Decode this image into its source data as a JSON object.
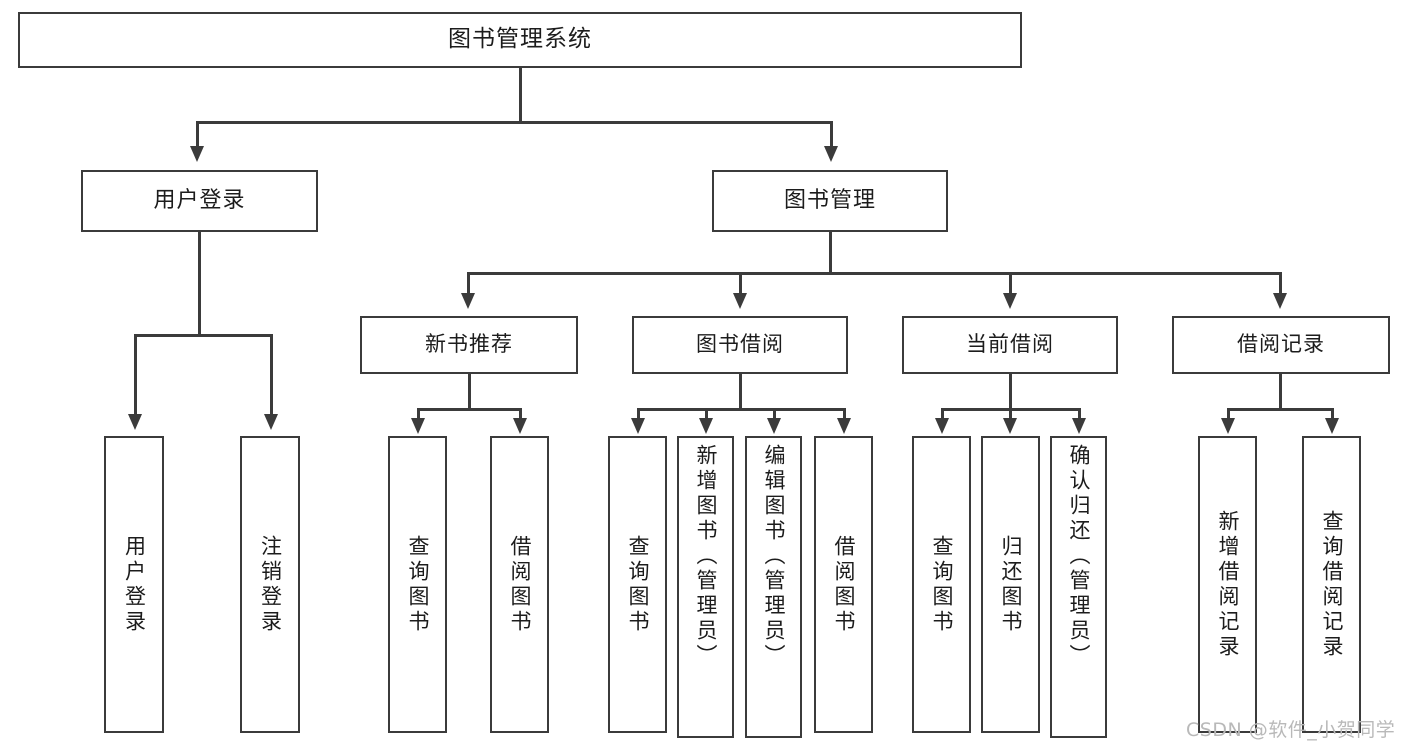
{
  "diagram": {
    "type": "tree",
    "title": "图书管理系统",
    "root": {
      "id": "root",
      "label": "图书管理系统"
    },
    "level1": [
      {
        "id": "user-login",
        "label": "用户登录"
      },
      {
        "id": "book-manage",
        "label": "图书管理"
      }
    ],
    "level2": [
      {
        "id": "new-book-recommend",
        "label": "新书推荐",
        "parent": "book-manage"
      },
      {
        "id": "book-borrow",
        "label": "图书借阅",
        "parent": "book-manage"
      },
      {
        "id": "current-borrow",
        "label": "当前借阅",
        "parent": "book-manage"
      },
      {
        "id": "borrow-record",
        "label": "借阅记录",
        "parent": "book-manage"
      }
    ],
    "leaves": [
      {
        "id": "leaf-user-login",
        "label": "用户登录",
        "parent": "user-login"
      },
      {
        "id": "leaf-logout",
        "label": "注销登录",
        "parent": "user-login"
      },
      {
        "id": "leaf-query-book-1",
        "label": "查询图书",
        "parent": "new-book-recommend"
      },
      {
        "id": "leaf-borrow-book-1",
        "label": "借阅图书",
        "parent": "new-book-recommend"
      },
      {
        "id": "leaf-query-book-2",
        "label": "查询图书",
        "parent": "book-borrow"
      },
      {
        "id": "leaf-add-book",
        "label": "新增图书（管理员）",
        "parent": "book-borrow"
      },
      {
        "id": "leaf-edit-book",
        "label": "编辑图书（管理员）",
        "parent": "book-borrow"
      },
      {
        "id": "leaf-borrow-book-2",
        "label": "借阅图书",
        "parent": "book-borrow"
      },
      {
        "id": "leaf-query-book-3",
        "label": "查询图书",
        "parent": "current-borrow"
      },
      {
        "id": "leaf-return-book",
        "label": "归还图书",
        "parent": "current-borrow"
      },
      {
        "id": "leaf-confirm-return",
        "label": "确认归还（管理员）",
        "parent": "current-borrow"
      },
      {
        "id": "leaf-add-record",
        "label": "新增借阅记录",
        "parent": "borrow-record"
      },
      {
        "id": "leaf-query-record",
        "label": "查询借阅记录",
        "parent": "borrow-record"
      }
    ],
    "colors": {
      "border": "#3b3b3b",
      "fill": "#ffffff",
      "text": "#1c1c1c",
      "watermark": "#b9b9b9"
    }
  },
  "watermark": {
    "text": "CSDN @软件_小贺同学"
  }
}
